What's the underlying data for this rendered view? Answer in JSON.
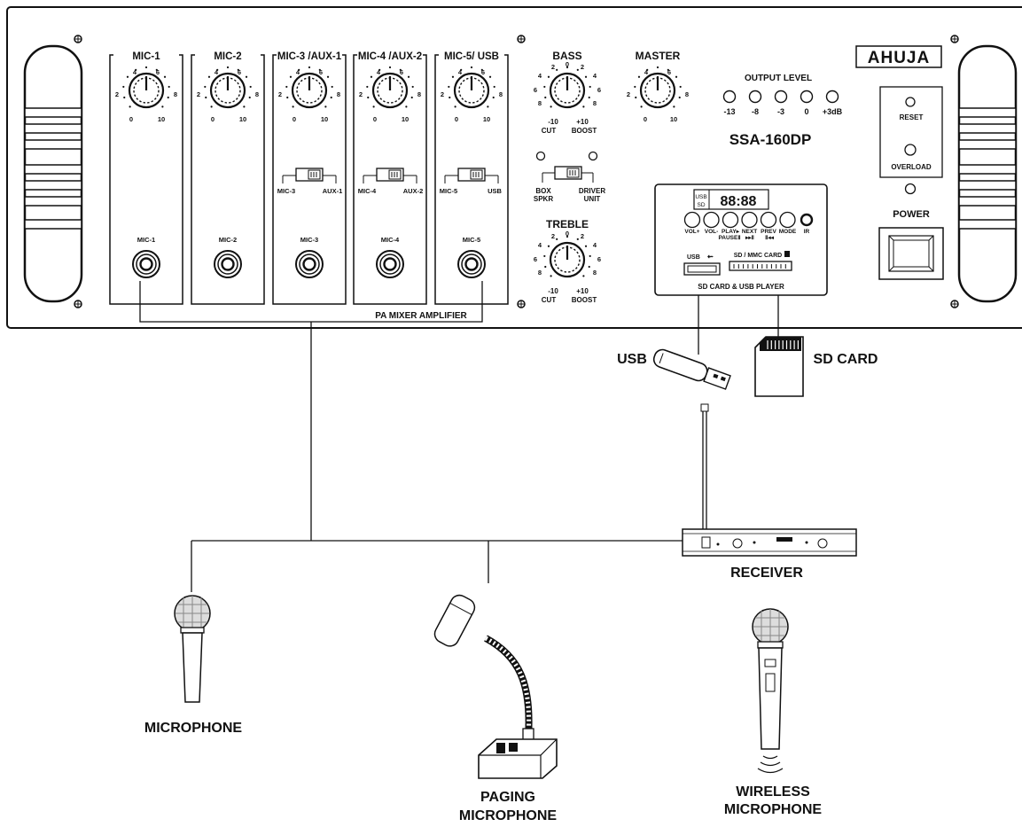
{
  "brand": "AHUJA",
  "model": "SSA-160DP",
  "panel_label": "PA MIXER AMPLIFIER",
  "knob_scale": {
    "n4": "4",
    "n6": "6",
    "n2": "2",
    "n8": "8",
    "n0": "0",
    "n10": "10"
  },
  "channels": [
    {
      "title": "MIC-1",
      "jack": "MIC-1"
    },
    {
      "title": "MIC-2",
      "jack": "MIC-2"
    },
    {
      "title": "MIC-3 /AUX-1",
      "jack": "MIC-3",
      "sw_left": "MIC-3",
      "sw_right": "AUX-1"
    },
    {
      "title": "MIC-4 /AUX-2",
      "jack": "MIC-4",
      "sw_left": "MIC-4",
      "sw_right": "AUX-2"
    },
    {
      "title": "MIC-5/ USB",
      "jack": "MIC-5",
      "sw_left": "MIC-5",
      "sw_right": "USB"
    }
  ],
  "tone": {
    "bass": "BASS",
    "treble": "TREBLE",
    "scale": {
      "c": "0",
      "l1": "2",
      "l2": "4",
      "l3": "6",
      "l4": "8",
      "r1": "2",
      "r2": "4",
      "r3": "6",
      "r4": "8"
    },
    "cut_value": "-10",
    "boost_value": "+10",
    "cut": "CUT",
    "boost": "BOOST",
    "box": "BOX",
    "spkr": "SPKR",
    "driver": "DRIVER",
    "unit": "UNIT"
  },
  "master": "MASTER",
  "output_level": {
    "title": "OUTPUT LEVEL",
    "levels": [
      "-13",
      "-8",
      "-3",
      "0",
      "+3dB"
    ]
  },
  "player": {
    "src_usb": "USB",
    "src_sd": "SD",
    "display": "88:88",
    "buttons": [
      "VOL+",
      "VOL-",
      "PLAY▸",
      "NEXT",
      "PREV",
      "MODE",
      "IR"
    ],
    "sub": {
      "play": "PAUSEⅡ",
      "next": "▸▸Ⅱ",
      "prev": "Ⅱ◂◂"
    },
    "usb_port": "USB",
    "sd_slot": "SD / MMC CARD",
    "caption": "SD CARD & USB PLAYER"
  },
  "right": {
    "reset": "RESET",
    "overload": "OVERLOAD",
    "power": "POWER"
  },
  "devices": {
    "usb": "USB",
    "sd_card": "SD CARD",
    "receiver": "RECEIVER",
    "microphone": "MICROPHONE",
    "paging_1": "PAGING",
    "paging_2": "MICROPHONE",
    "wireless_1": "WIRELESS",
    "wireless_2": "MICROPHONE"
  }
}
